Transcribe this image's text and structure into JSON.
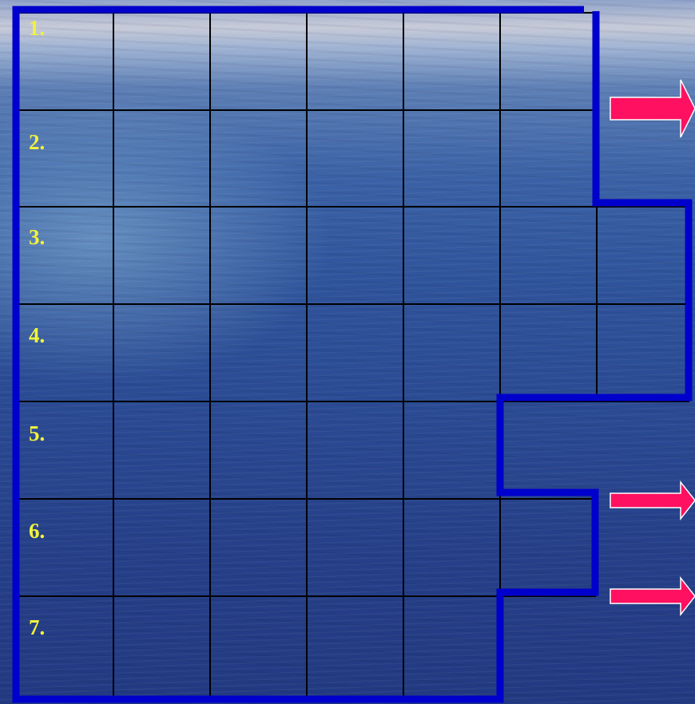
{
  "puzzle": {
    "row_numbers": [
      "1.",
      "2.",
      "3.",
      "4.",
      "5.",
      "6.",
      "7."
    ]
  },
  "colors": {
    "grid_line": "#000000",
    "frame": "#0000cc",
    "row_number": "#f2f23a",
    "arrow_fill": "#ff1060",
    "arrow_outline": "#ffffff"
  },
  "icons": {
    "arrow": "arrow-right-icon"
  }
}
